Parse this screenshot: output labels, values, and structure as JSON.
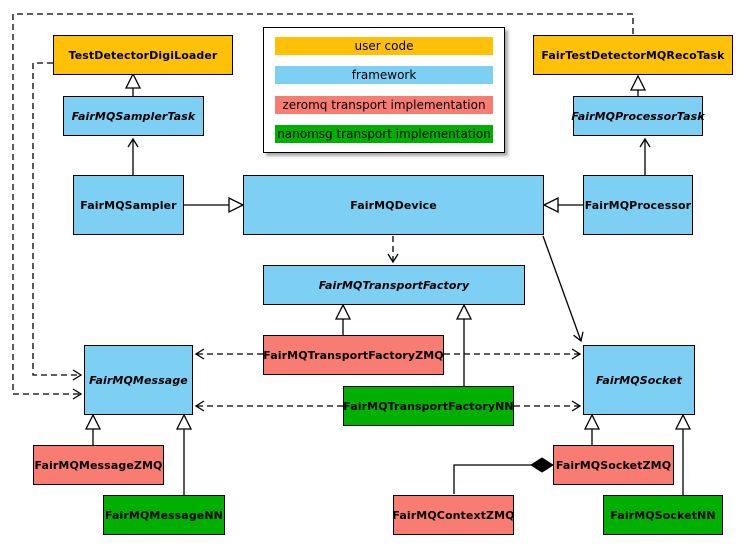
{
  "palette": {
    "user_code": "#FFC107",
    "framework": "#7ECFF4",
    "zeromq": "#F97C73",
    "nanomsg": "#00B000",
    "border": "#000000",
    "background": "#FFFFFF"
  },
  "legend": {
    "items": [
      {
        "label": "user code",
        "color_key": "user_code"
      },
      {
        "label": "framework",
        "color_key": "framework"
      },
      {
        "label": "zeromq transport implementation",
        "color_key": "zeromq"
      },
      {
        "label": "nanomsg transport implementation",
        "color_key": "nanomsg"
      }
    ]
  },
  "nodes": {
    "tdl": {
      "label": "TestDetectorDigiLoader",
      "category": "user_code",
      "abstract": false
    },
    "ftd": {
      "label": "FairTestDetectorMQRecoTask",
      "category": "user_code",
      "abstract": false
    },
    "samplertask": {
      "label": "FairMQSamplerTask",
      "category": "framework",
      "abstract": true
    },
    "processortask": {
      "label": "FairMQProcessorTask",
      "category": "framework",
      "abstract": true
    },
    "sampler": {
      "label": "FairMQSampler",
      "category": "framework",
      "abstract": false
    },
    "device": {
      "label": "FairMQDevice",
      "category": "framework",
      "abstract": false
    },
    "processor": {
      "label": "FairMQProcessor",
      "category": "framework",
      "abstract": false
    },
    "transportfactory": {
      "label": "FairMQTransportFactory",
      "category": "framework",
      "abstract": true
    },
    "tfzmq": {
      "label": "FairMQTransportFactoryZMQ",
      "category": "zeromq",
      "abstract": false
    },
    "tfnn": {
      "label": "FairMQTransportFactoryNN",
      "category": "nanomsg",
      "abstract": false
    },
    "message": {
      "label": "FairMQMessage",
      "category": "framework",
      "abstract": true
    },
    "socket": {
      "label": "FairMQSocket",
      "category": "framework",
      "abstract": true
    },
    "messagezmq": {
      "label": "FairMQMessageZMQ",
      "category": "zeromq",
      "abstract": false
    },
    "messagenn": {
      "label": "FairMQMessageNN",
      "category": "nanomsg",
      "abstract": false
    },
    "contextzmq": {
      "label": "FairMQContextZMQ",
      "category": "zeromq",
      "abstract": false
    },
    "socketzmq": {
      "label": "FairMQSocketZMQ",
      "category": "zeromq",
      "abstract": false
    },
    "socketnn": {
      "label": "FairMQSocketNN",
      "category": "nanomsg",
      "abstract": false
    }
  },
  "edges": [
    {
      "tail": "FairMQSamplerTask",
      "head": "TestDetectorDigiLoader",
      "type": "inheritance"
    },
    {
      "tail": "FairMQProcessorTask",
      "head": "FairTestDetectorMQRecoTask",
      "type": "inheritance"
    },
    {
      "tail": "FairMQSampler",
      "head": "FairMQDevice",
      "type": "inheritance"
    },
    {
      "tail": "FairMQProcessor",
      "head": "FairMQDevice",
      "type": "inheritance"
    },
    {
      "tail": "FairMQTransportFactoryZMQ",
      "head": "FairMQTransportFactory",
      "type": "inheritance"
    },
    {
      "tail": "FairMQTransportFactoryNN",
      "head": "FairMQTransportFactory",
      "type": "inheritance"
    },
    {
      "tail": "FairMQMessageZMQ",
      "head": "FairMQMessage",
      "type": "inheritance"
    },
    {
      "tail": "FairMQMessageNN",
      "head": "FairMQMessage",
      "type": "inheritance"
    },
    {
      "tail": "FairMQSocketZMQ",
      "head": "FairMQSocket",
      "type": "inheritance"
    },
    {
      "tail": "FairMQSocketNN",
      "head": "FairMQSocket",
      "type": "inheritance"
    },
    {
      "tail": "FairMQSampler",
      "head": "FairMQSamplerTask",
      "type": "association"
    },
    {
      "tail": "FairMQProcessor",
      "head": "FairMQProcessorTask",
      "type": "association"
    },
    {
      "tail": "FairMQDevice",
      "head": "FairMQSocket",
      "type": "association"
    },
    {
      "tail": "FairMQDevice",
      "head": "FairMQTransportFactory",
      "type": "dependency"
    },
    {
      "tail": "FairMQTransportFactoryZMQ",
      "head": "FairMQMessage",
      "type": "dependency"
    },
    {
      "tail": "FairMQTransportFactoryZMQ",
      "head": "FairMQSocket",
      "type": "dependency"
    },
    {
      "tail": "FairMQTransportFactoryNN",
      "head": "FairMQMessage",
      "type": "dependency"
    },
    {
      "tail": "FairMQTransportFactoryNN",
      "head": "FairMQSocket",
      "type": "dependency"
    },
    {
      "tail": "TestDetectorDigiLoader",
      "head": "FairMQMessage",
      "type": "dependency"
    },
    {
      "tail": "FairTestDetectorMQRecoTask",
      "head": "FairMQMessage",
      "type": "dependency"
    },
    {
      "tail": "FairMQContextZMQ",
      "head": "FairMQSocketZMQ",
      "type": "composition"
    }
  ]
}
